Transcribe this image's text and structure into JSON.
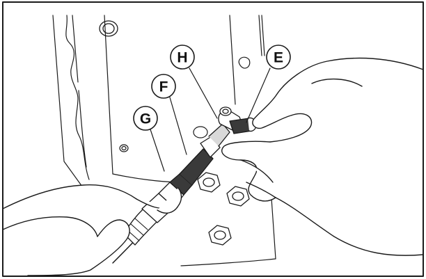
{
  "callouts": {
    "h": "H",
    "e": "E",
    "f": "F",
    "g": "G"
  },
  "colors": {
    "line": "#1a1a1a",
    "fill": "#ffffff",
    "shade": "#3a3a3a",
    "light_shade": "#d9d9d9"
  }
}
